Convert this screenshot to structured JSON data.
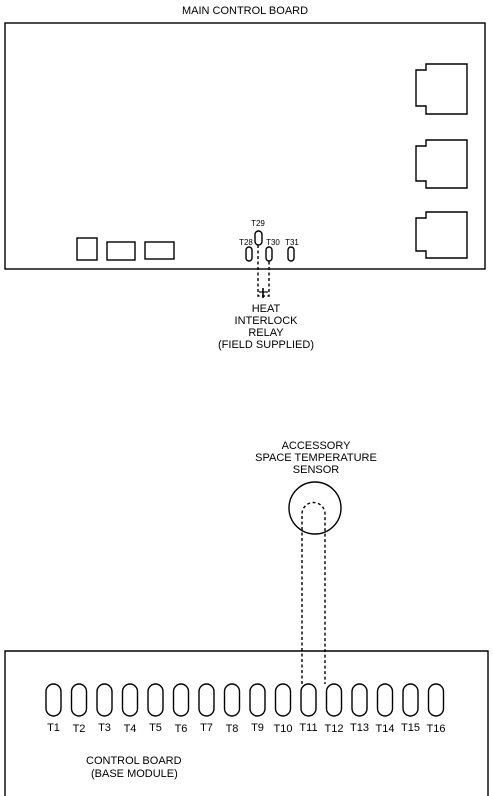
{
  "main_board": {
    "title": "MAIN CONTROL BOARD",
    "terminals": [
      "T28",
      "T29",
      "T30",
      "T31"
    ]
  },
  "relay": {
    "line1": "HEAT",
    "line2": "INTERLOCK",
    "line3": "RELAY",
    "line4": "(FIELD SUPPLIED)"
  },
  "sensor": {
    "line1": "ACCESSORY",
    "line2": "SPACE TEMPERATURE",
    "line3": "SENSOR"
  },
  "base_board": {
    "line1": "CONTROL BOARD",
    "line2": "(BASE MODULE)",
    "terminals": [
      "T1",
      "T2",
      "T3",
      "T4",
      "T5",
      "T6",
      "T7",
      "T8",
      "T9",
      "T10",
      "T11",
      "T12",
      "T13",
      "T14",
      "T15",
      "T16"
    ]
  }
}
